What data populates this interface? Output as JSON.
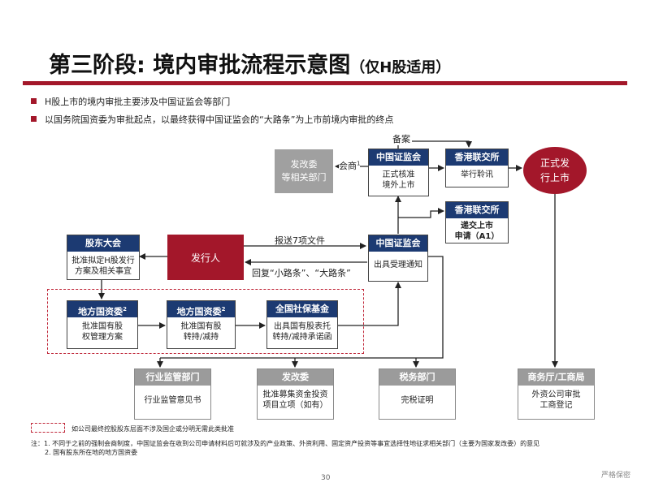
{
  "title": "第三阶段: 境内审批流程示意图",
  "subtitle": "（仅H股适用）",
  "bullets": [
    "H股上市的境内审批主要涉及中国证监会等部门",
    "以国务院国资委为审批起点，以最终获得中国证监会的“大路条”为上市前境内审批的终点"
  ],
  "boxes": {
    "ndrc_related": {
      "line1": "发改委",
      "line2": "等相关部门"
    },
    "csrc_top": {
      "header": "中国证监会",
      "line1": "正式核准",
      "line2": "境外上市"
    },
    "hkex_top": {
      "header": "香港联交所",
      "line1": "举行聆讯"
    },
    "listing": {
      "line1": "正式发",
      "line2": "行上市"
    },
    "hkex_mid": {
      "header": "香港联交所",
      "line1": "递交上市",
      "line2": "申请（A1）"
    },
    "shareholders": {
      "header": "股东大会",
      "line1": "批准拟定H股发行",
      "line2": "方案及相关事宜"
    },
    "issuer": {
      "label": "发行人"
    },
    "csrc_mid": {
      "header": "中国证监会",
      "line1": "出具受理通知"
    },
    "local_sasac1": {
      "header": "地方国资委",
      "sup": "2",
      "line1": "批准国有股",
      "line2": "权管理方案"
    },
    "local_sasac2": {
      "header": "地方国资委",
      "sup": "2",
      "line1": "批准国有股",
      "line2": "转持/减持"
    },
    "ssf": {
      "header": "全国社保基金",
      "line1": "出具国有股表托",
      "line2": "转持/减持承诺函"
    },
    "industry": {
      "header": "行业监管部门",
      "line1": "行业监管意见书"
    },
    "ndrc": {
      "header": "发改委",
      "line1": "批准募集资金投资",
      "line2": "项目立项（如有）"
    },
    "tax": {
      "header": "税务部门",
      "line1": "完税证明"
    },
    "commerce": {
      "header": "商务厅/工商局",
      "line1": "外资公司审批",
      "line2": "工商登记"
    }
  },
  "edge_labels": {
    "filing": "备案",
    "consult": "会商",
    "consult_sup": "1",
    "report": "报送7项文件",
    "reply": "回复“小路条”、“大路条”"
  },
  "legend_text": "如公司最终控股股东层面不涉及国企或分明无需此类批准",
  "notes": [
    "注：1. 不同于之前的强制会商制度，中国证监会在收到公司申请材料后可就涉及的产业政策、外资利用、固定资产投资等事宜选择性地征求相关部门（主要为国家发改委）的意见",
    "2. 国有股东所在地的地方国资委"
  ],
  "page_number": "30",
  "logo_text": "严格保密"
}
